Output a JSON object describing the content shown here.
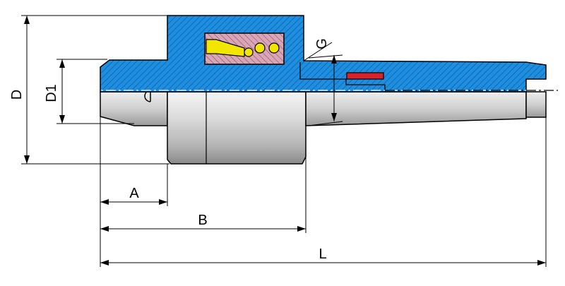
{
  "labels": {
    "D": "D",
    "D1": "D1",
    "G": "G",
    "A": "A",
    "B": "B",
    "L": "L"
  },
  "colors": {
    "section_fill": "#1e8fe0",
    "hatch": "#0d4f8c",
    "bearing_fill": "#d9a6b8",
    "bearing_hatch": "#8a4a60",
    "ball_fill": "#f2e600",
    "seal_fill": "#d8232a",
    "body_light": "#e6e6e6",
    "body_dark": "#8a8a8a",
    "line": "#000000"
  }
}
